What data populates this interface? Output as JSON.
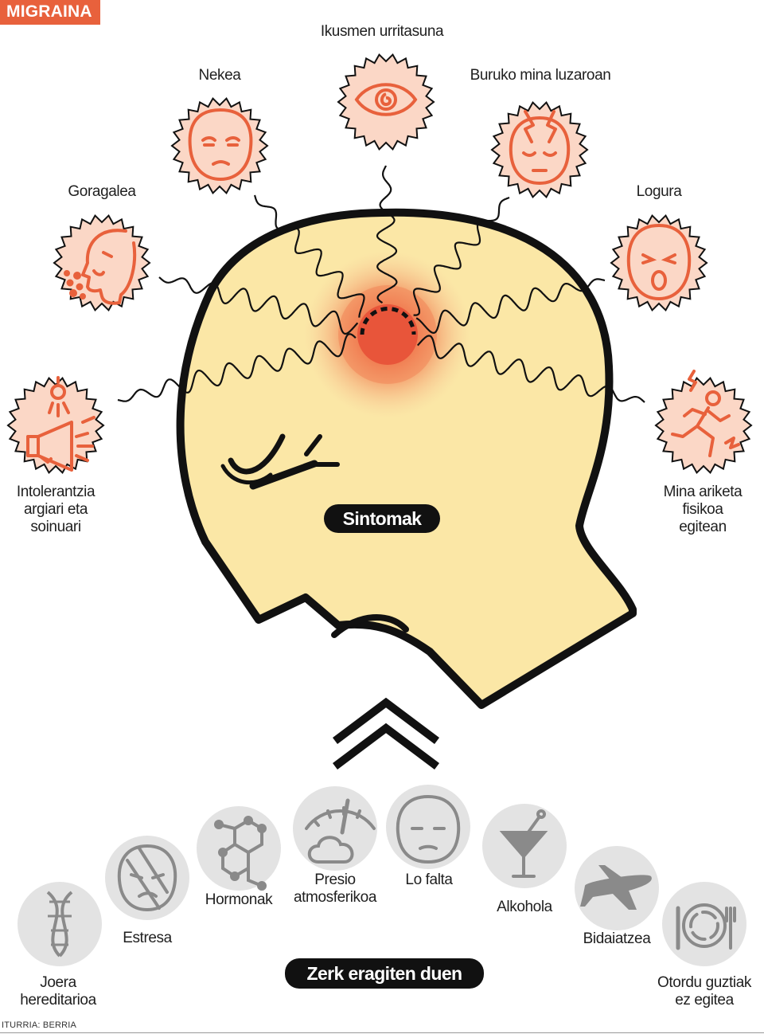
{
  "header": {
    "tag": "MIGRAINA"
  },
  "symptoms": {
    "title": "Sintomak",
    "items": [
      {
        "id": "ikusmen",
        "label": "Ikusmen urritasuna",
        "icon": "eye-icon"
      },
      {
        "id": "nekea",
        "label": "Nekea",
        "icon": "tired-face-icon"
      },
      {
        "id": "buruko",
        "label": "Buruko mina luzaroan",
        "icon": "headache-face-icon"
      },
      {
        "id": "goragalea",
        "label": "Goragalea",
        "icon": "vomiting-head-icon"
      },
      {
        "id": "logura",
        "label": "Logura",
        "icon": "yawning-face-icon"
      },
      {
        "id": "intolerantzia",
        "label": "Intolerantzia\nargiari eta\nsoinuari",
        "icon": "light-and-sound-icon"
      },
      {
        "id": "ariketa",
        "label": "Mina ariketa\nfisikoa\negitean",
        "icon": "running-person-icon"
      }
    ]
  },
  "causes": {
    "title": "Zerk eragiten duen",
    "items": [
      {
        "id": "joera",
        "label": "Joera\nhereditarioa",
        "icon": "dna-icon"
      },
      {
        "id": "estresa",
        "label": "Estresa",
        "icon": "stressed-face-icon"
      },
      {
        "id": "hormonak",
        "label": "Hormonak",
        "icon": "molecule-icon"
      },
      {
        "id": "presio",
        "label": "Presio\natmosferikoa",
        "icon": "barometer-cloud-icon"
      },
      {
        "id": "lo",
        "label": "Lo falta",
        "icon": "sleepy-face-icon"
      },
      {
        "id": "alkohola",
        "label": "Alkohola",
        "icon": "cocktail-icon"
      },
      {
        "id": "bidaiatzea",
        "label": "Bidaiatzea",
        "icon": "airplane-icon"
      },
      {
        "id": "otordu",
        "label": "Otordu guztiak\nez egitea",
        "icon": "plate-cutlery-icon"
      }
    ]
  },
  "source": "ITURRIA: BERRIA",
  "colors": {
    "accent": "#e8613c",
    "burst_fill": "#fbd7c6",
    "head_fill": "#fbe7a6",
    "ink": "#111111",
    "cause_circle": "#e3e3e3",
    "cause_icon": "#8a8a8a"
  }
}
